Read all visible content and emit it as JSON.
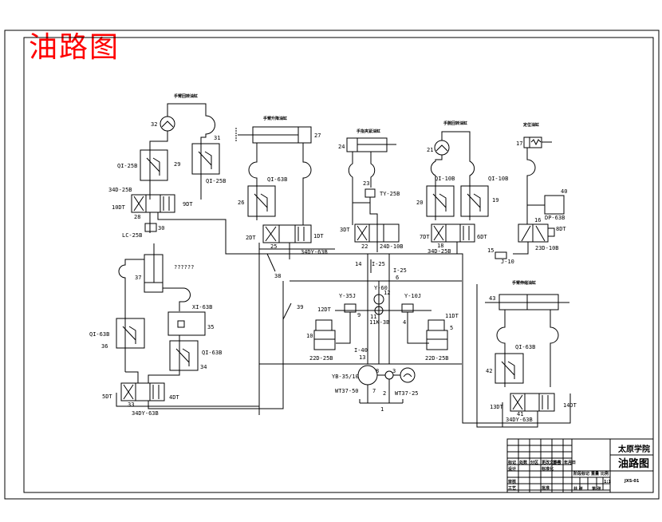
{
  "page_title": "油路图",
  "title_color": "#ff0000",
  "subsystems": {
    "rotate_cyl": "手臂回转油缸",
    "lift_cyl": "手臂升降油缸",
    "clamp_cyl": "手指夹紧油缸",
    "wrist_cyl": "手腕回转油缸",
    "locate_cyl": "定位油缸",
    "extend_cyl": "手臂伸缩油缸",
    "unknown_cyl": "??????"
  },
  "components": {
    "c1": "1",
    "c2": "2",
    "c3": "3",
    "c4": "4",
    "c5": "5",
    "c6": "6",
    "c7": "7",
    "c8": "8",
    "c9": "9",
    "c10": "10",
    "c11": "11",
    "c12": "12",
    "c13": "13",
    "c14": "14",
    "c15": "15",
    "c16": "16",
    "c17": "17",
    "c18": "18",
    "c19": "19",
    "c20": "20",
    "c21": "21",
    "c22": "22",
    "c23": "23",
    "c24": "24",
    "c25": "25",
    "c26": "26",
    "c27": "27",
    "c28": "28",
    "c29": "29",
    "c30": "30",
    "c31": "31",
    "c32": "32",
    "c33": "33",
    "c34": "34",
    "c35": "35",
    "c36": "36",
    "c37": "37",
    "c38": "38",
    "c39": "39",
    "c40": "40",
    "c41": "41",
    "c42": "42",
    "c43": "43"
  },
  "models": {
    "qi25b_a": "QI-25B",
    "qi25b_b": "QI-25B",
    "v34d25b_a": "34D-25B",
    "lc25b": "LC-25B",
    "qi63b_a": "QI-63B",
    "v34dy63b_a": "34DY-63B",
    "ty25b": "TY-25B",
    "v24d10b": "24D-10B",
    "qi10b_a": "QI-10B",
    "qi10b_b": "QI-10B",
    "v34d25b_b": "34D-25B",
    "dp63b": "DP-63B",
    "v23d10b": "23D-10B",
    "j10": "J-10",
    "i25_a": "I-25",
    "i25_b": "I-25",
    "y60": "Y-60",
    "y35j": "Y-35J",
    "y10j": "Y-10J",
    "k3b": "11K-3B",
    "v22d25b_a": "22D-25B",
    "v22d25b_b": "22D-25B",
    "i40": "I-40",
    "pump": "YB-35/10",
    "wt50": "WT37-50",
    "wt25": "WT37-25",
    "xi63b": "XI-63B",
    "qi63b_b": "QI-63B",
    "qi63b_c": "QI-63B",
    "v34dy63b_b": "34DY-63B",
    "qi63b_d": "QI-63B",
    "v34dy63b_c": "34DY-63B"
  },
  "solenoids": {
    "s1": "1DT",
    "s2": "2DT",
    "s3": "3DT",
    "s4": "4DT",
    "s5": "5DT",
    "s6": "6DT",
    "s7": "7DT",
    "s8": "8DT",
    "s9": "9DT",
    "s10": "10DT",
    "s11": "11DT",
    "s12": "12DT",
    "s13": "13DT",
    "s14": "14DT"
  },
  "title_block": {
    "school": "太原学院",
    "drawing_name": "油路图",
    "drawing_no": "JXS-01",
    "scale": "1:1",
    "sheet_label": "共 张",
    "page_label": "第 张",
    "stage_label": "阶段标记",
    "weight_label": "重量",
    "scale_label": "比例",
    "rows": [
      "标记",
      "设计",
      "审核",
      "工艺"
    ],
    "cols": [
      "处数",
      "分区",
      "更改文件号",
      "签名",
      "年月日"
    ],
    "std_label": "标准化",
    "approve_label": "批准"
  }
}
